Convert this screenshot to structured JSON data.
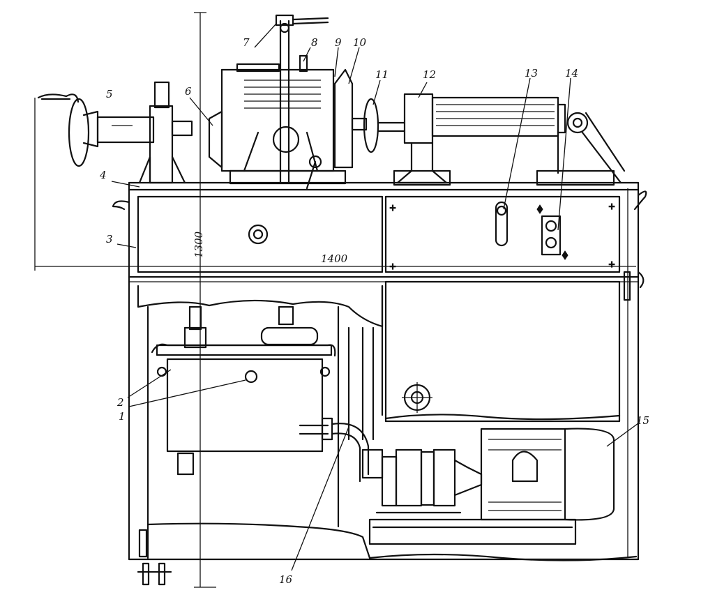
{
  "callouts": [
    "1",
    "2",
    "3",
    "4",
    "5",
    "6",
    "7",
    "8",
    "9",
    "10",
    "11",
    "12",
    "13",
    "14",
    "15",
    "16"
  ],
  "dimensions": {
    "height": "1300",
    "width": "1400"
  }
}
